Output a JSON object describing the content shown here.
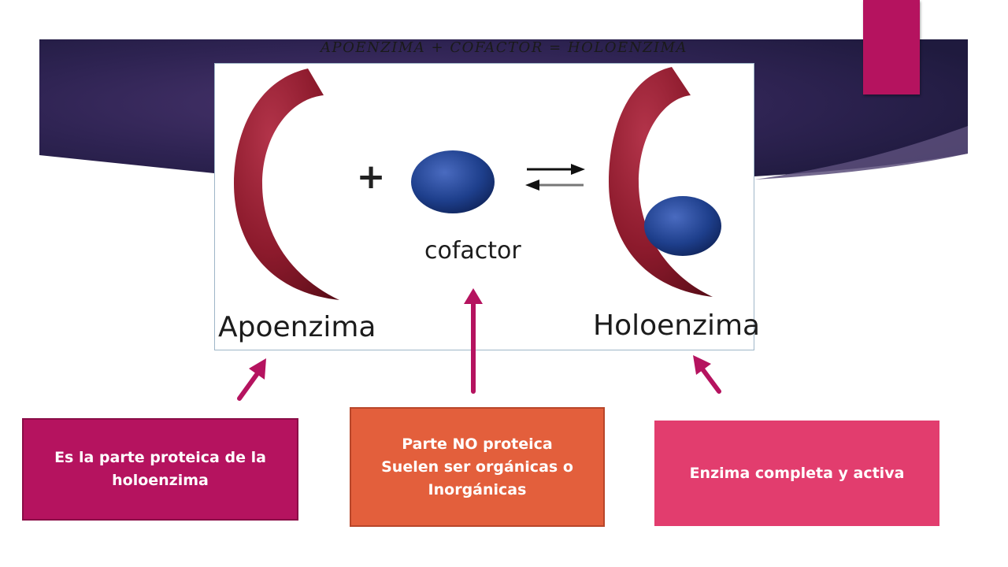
{
  "slide": {
    "equation": "APOENZIMA + COFACTOR = HOLOENZIMA",
    "diagram": {
      "cofactor_label": "cofactor",
      "apoenzima_label": "Apoenzima",
      "holoenzima_label": "Holoenzima",
      "plus_symbol": "+"
    },
    "boxes": {
      "apoenzima": {
        "lines": [
          "Es la parte proteica de la",
          "holoenzima"
        ]
      },
      "cofactor": {
        "lines": [
          "Parte NO proteica",
          "Suelen ser orgánicas o",
          "Inorgánicas"
        ]
      },
      "holoenzima": {
        "lines": [
          "Enzima completa y activa"
        ]
      }
    },
    "colors": {
      "banner_dark": "#241b45",
      "banner_mid": "#3a2a5f",
      "accent_magenta": "#b5135f",
      "orange": "#e35f3c",
      "pink": "#e23d6e",
      "enzyme_red": "#8c1a2c",
      "cofactor_blue": "#1e3f8c"
    }
  }
}
